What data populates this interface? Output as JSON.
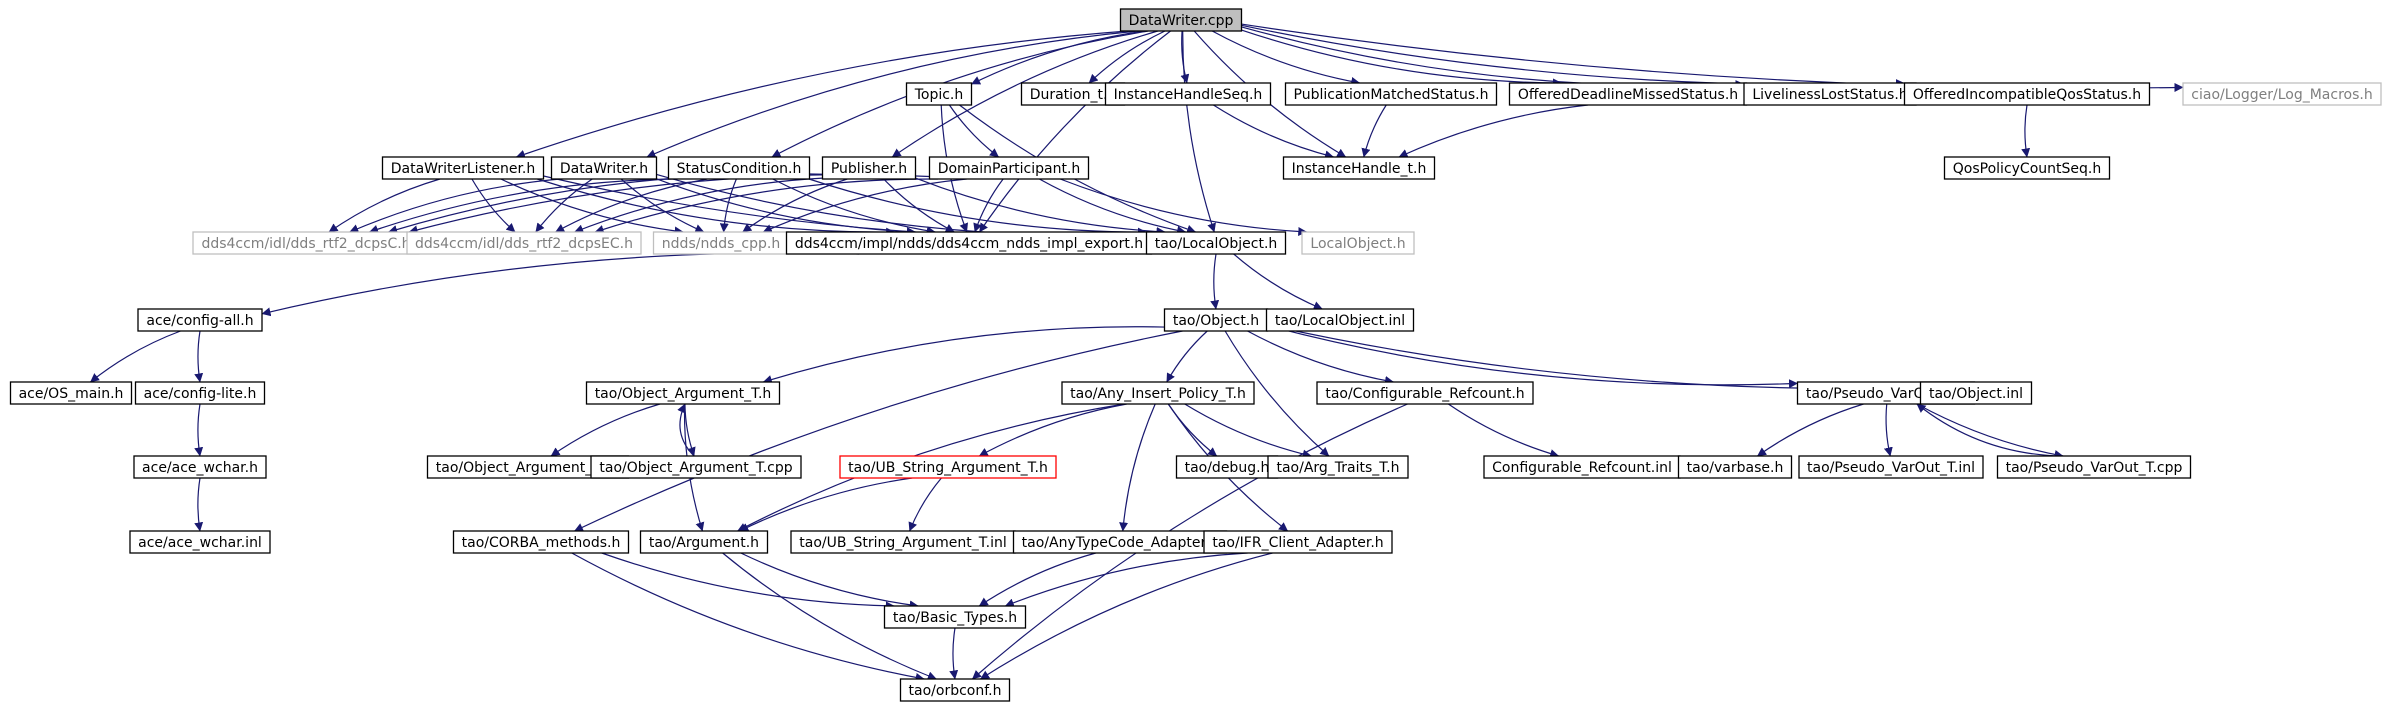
{
  "colors": {
    "edge": "#191970",
    "border_default": "#000000",
    "border_external": "#bfbfbf",
    "border_highlight": "#ff0000",
    "fill_root": "#bfbfbf",
    "fill_default": "#ffffff",
    "text_default": "#000000",
    "text_external": "#7f7f7f"
  },
  "nodes": [
    {
      "id": "root",
      "label": "DataWriter.cpp",
      "style": "root"
    },
    {
      "id": "topic",
      "label": "Topic.h",
      "style": "normal"
    },
    {
      "id": "duration",
      "label": "Duration_t.h",
      "style": "normal"
    },
    {
      "id": "ihseq",
      "label": "InstanceHandleSeq.h",
      "style": "normal"
    },
    {
      "id": "pubmatched",
      "label": "PublicationMatchedStatus.h",
      "style": "normal"
    },
    {
      "id": "offdeadline",
      "label": "OfferedDeadlineMissedStatus.h",
      "style": "normal"
    },
    {
      "id": "liveliness",
      "label": "LivelinessLostStatus.h",
      "style": "normal"
    },
    {
      "id": "offincompat",
      "label": "OfferedIncompatibleQosStatus.h",
      "style": "normal"
    },
    {
      "id": "logmacros",
      "label": "ciao/Logger/Log_Macros.h",
      "style": "external"
    },
    {
      "id": "dwlistener",
      "label": "DataWriterListener.h",
      "style": "normal"
    },
    {
      "id": "datawriter",
      "label": "DataWriter.h",
      "style": "normal"
    },
    {
      "id": "statuscond",
      "label": "StatusCondition.h",
      "style": "normal"
    },
    {
      "id": "publisher",
      "label": "Publisher.h",
      "style": "normal"
    },
    {
      "id": "domainpart",
      "label": "DomainParticipant.h",
      "style": "normal"
    },
    {
      "id": "ihandle",
      "label": "InstanceHandle_t.h",
      "style": "normal"
    },
    {
      "id": "qoscount",
      "label": "QosPolicyCountSeq.h",
      "style": "normal"
    },
    {
      "id": "dcpsC",
      "label": "dds4ccm/idl/dds_rtf2_dcpsC.h",
      "style": "external"
    },
    {
      "id": "dcpsEC",
      "label": "dds4ccm/idl/dds_rtf2_dcpsEC.h",
      "style": "external"
    },
    {
      "id": "nddscpp",
      "label": "ndds/ndds_cpp.h",
      "style": "external"
    },
    {
      "id": "implexport",
      "label": "dds4ccm/impl/ndds/dds4ccm_ndds_impl_export.h",
      "style": "normal"
    },
    {
      "id": "taolocal",
      "label": "tao/LocalObject.h",
      "style": "normal"
    },
    {
      "id": "localext",
      "label": "LocalObject.h",
      "style": "external"
    },
    {
      "id": "configall",
      "label": "ace/config-all.h",
      "style": "normal"
    },
    {
      "id": "taoobject",
      "label": "tao/Object.h",
      "style": "normal"
    },
    {
      "id": "localinl",
      "label": "tao/LocalObject.inl",
      "style": "normal"
    },
    {
      "id": "osmain",
      "label": "ace/OS_main.h",
      "style": "normal"
    },
    {
      "id": "configlite",
      "label": "ace/config-lite.h",
      "style": "normal"
    },
    {
      "id": "objargt",
      "label": "tao/Object_Argument_T.h",
      "style": "normal"
    },
    {
      "id": "anyins",
      "label": "tao/Any_Insert_Policy_T.h",
      "style": "normal"
    },
    {
      "id": "confref",
      "label": "tao/Configurable_Refcount.h",
      "style": "normal"
    },
    {
      "id": "pseudovar",
      "label": "tao/Pseudo_VarOut_T.h",
      "style": "normal"
    },
    {
      "id": "objinl",
      "label": "tao/Object.inl",
      "style": "normal"
    },
    {
      "id": "acewchar",
      "label": "ace/ace_wchar.h",
      "style": "normal"
    },
    {
      "id": "objarginl",
      "label": "tao/Object_Argument_T.inl",
      "style": "normal"
    },
    {
      "id": "objargcpp",
      "label": "tao/Object_Argument_T.cpp",
      "style": "normal"
    },
    {
      "id": "ubstr",
      "label": "tao/UB_String_Argument_T.h",
      "style": "highlight"
    },
    {
      "id": "debug",
      "label": "tao/debug.h",
      "style": "normal"
    },
    {
      "id": "argtraits",
      "label": "tao/Arg_Traits_T.h",
      "style": "normal"
    },
    {
      "id": "confrefinl",
      "label": "Configurable_Refcount.inl",
      "style": "normal"
    },
    {
      "id": "varbase",
      "label": "tao/varbase.h",
      "style": "normal"
    },
    {
      "id": "pseudoinl",
      "label": "tao/Pseudo_VarOut_T.inl",
      "style": "normal"
    },
    {
      "id": "pseudocpp",
      "label": "tao/Pseudo_VarOut_T.cpp",
      "style": "normal"
    },
    {
      "id": "acewcharinl",
      "label": "ace/ace_wchar.inl",
      "style": "normal"
    },
    {
      "id": "corbameth",
      "label": "tao/CORBA_methods.h",
      "style": "normal"
    },
    {
      "id": "argument",
      "label": "tao/Argument.h",
      "style": "normal"
    },
    {
      "id": "ubstrinl",
      "label": "tao/UB_String_Argument_T.inl",
      "style": "normal"
    },
    {
      "id": "anytc",
      "label": "tao/AnyTypeCode_Adapter.h",
      "style": "normal"
    },
    {
      "id": "ifr",
      "label": "tao/IFR_Client_Adapter.h",
      "style": "normal"
    },
    {
      "id": "basictypes",
      "label": "tao/Basic_Types.h",
      "style": "normal"
    },
    {
      "id": "orbconf",
      "label": "tao/orbconf.h",
      "style": "normal"
    }
  ],
  "edges": [
    [
      "root",
      "topic"
    ],
    [
      "root",
      "duration"
    ],
    [
      "root",
      "ihseq"
    ],
    [
      "root",
      "pubmatched"
    ],
    [
      "root",
      "offdeadline"
    ],
    [
      "root",
      "liveliness"
    ],
    [
      "root",
      "offincompat"
    ],
    [
      "root",
      "logmacros"
    ],
    [
      "root",
      "dwlistener"
    ],
    [
      "root",
      "datawriter"
    ],
    [
      "root",
      "statuscond"
    ],
    [
      "root",
      "publisher"
    ],
    [
      "root",
      "ihandle"
    ],
    [
      "root",
      "implexport"
    ],
    [
      "root",
      "taolocal"
    ],
    [
      "topic",
      "domainpart"
    ],
    [
      "topic",
      "taolocal"
    ],
    [
      "topic",
      "implexport"
    ],
    [
      "ihseq",
      "ihandle"
    ],
    [
      "pubmatched",
      "ihandle"
    ],
    [
      "offdeadline",
      "ihandle"
    ],
    [
      "offincompat",
      "qoscount"
    ],
    [
      "dwlistener",
      "dcpsC"
    ],
    [
      "dwlistener",
      "dcpsEC"
    ],
    [
      "dwlistener",
      "nddscpp"
    ],
    [
      "dwlistener",
      "implexport"
    ],
    [
      "dwlistener",
      "taolocal"
    ],
    [
      "datawriter",
      "dcpsC"
    ],
    [
      "datawriter",
      "dcpsEC"
    ],
    [
      "datawriter",
      "nddscpp"
    ],
    [
      "datawriter",
      "implexport"
    ],
    [
      "datawriter",
      "taolocal"
    ],
    [
      "statuscond",
      "dcpsC"
    ],
    [
      "statuscond",
      "dcpsEC"
    ],
    [
      "statuscond",
      "nddscpp"
    ],
    [
      "statuscond",
      "implexport"
    ],
    [
      "statuscond",
      "taolocal"
    ],
    [
      "publisher",
      "dcpsC"
    ],
    [
      "publisher",
      "dcpsEC"
    ],
    [
      "publisher",
      "nddscpp"
    ],
    [
      "publisher",
      "implexport"
    ],
    [
      "publisher",
      "taolocal"
    ],
    [
      "domainpart",
      "dcpsC"
    ],
    [
      "domainpart",
      "dcpsEC"
    ],
    [
      "domainpart",
      "nddscpp"
    ],
    [
      "domainpart",
      "implexport"
    ],
    [
      "domainpart",
      "taolocal"
    ],
    [
      "domainpart",
      "localext"
    ],
    [
      "implexport",
      "configall"
    ],
    [
      "taolocal",
      "taoobject"
    ],
    [
      "taolocal",
      "localinl"
    ],
    [
      "configall",
      "osmain"
    ],
    [
      "configall",
      "configlite"
    ],
    [
      "configlite",
      "acewchar"
    ],
    [
      "acewchar",
      "acewcharinl"
    ],
    [
      "taoobject",
      "objargt"
    ],
    [
      "taoobject",
      "anyins"
    ],
    [
      "taoobject",
      "confref"
    ],
    [
      "taoobject",
      "pseudovar"
    ],
    [
      "taoobject",
      "objinl"
    ],
    [
      "taoobject",
      "argtraits"
    ],
    [
      "taoobject",
      "corbameth"
    ],
    [
      "objargt",
      "objarginl"
    ],
    [
      "objargt",
      "objargcpp"
    ],
    [
      "objargcpp",
      "objargt"
    ],
    [
      "objargt",
      "argument"
    ],
    [
      "anyins",
      "ubstr"
    ],
    [
      "anyins",
      "debug"
    ],
    [
      "anyins",
      "argtraits"
    ],
    [
      "anyins",
      "anytc"
    ],
    [
      "anyins",
      "ifr"
    ],
    [
      "anyins",
      "argument"
    ],
    [
      "ubstr",
      "ubstrinl"
    ],
    [
      "ubstr",
      "argument"
    ],
    [
      "confref",
      "confrefinl"
    ],
    [
      "confref",
      "orbconf"
    ],
    [
      "pseudovar",
      "varbase"
    ],
    [
      "pseudovar",
      "pseudoinl"
    ],
    [
      "pseudovar",
      "pseudocpp"
    ],
    [
      "pseudocpp",
      "pseudovar"
    ],
    [
      "corbameth",
      "basictypes"
    ],
    [
      "corbameth",
      "orbconf"
    ],
    [
      "argument",
      "basictypes"
    ],
    [
      "argument",
      "orbconf"
    ],
    [
      "anytc",
      "basictypes"
    ],
    [
      "ifr",
      "basictypes"
    ],
    [
      "ifr",
      "orbconf"
    ],
    [
      "basictypes",
      "orbconf"
    ]
  ]
}
